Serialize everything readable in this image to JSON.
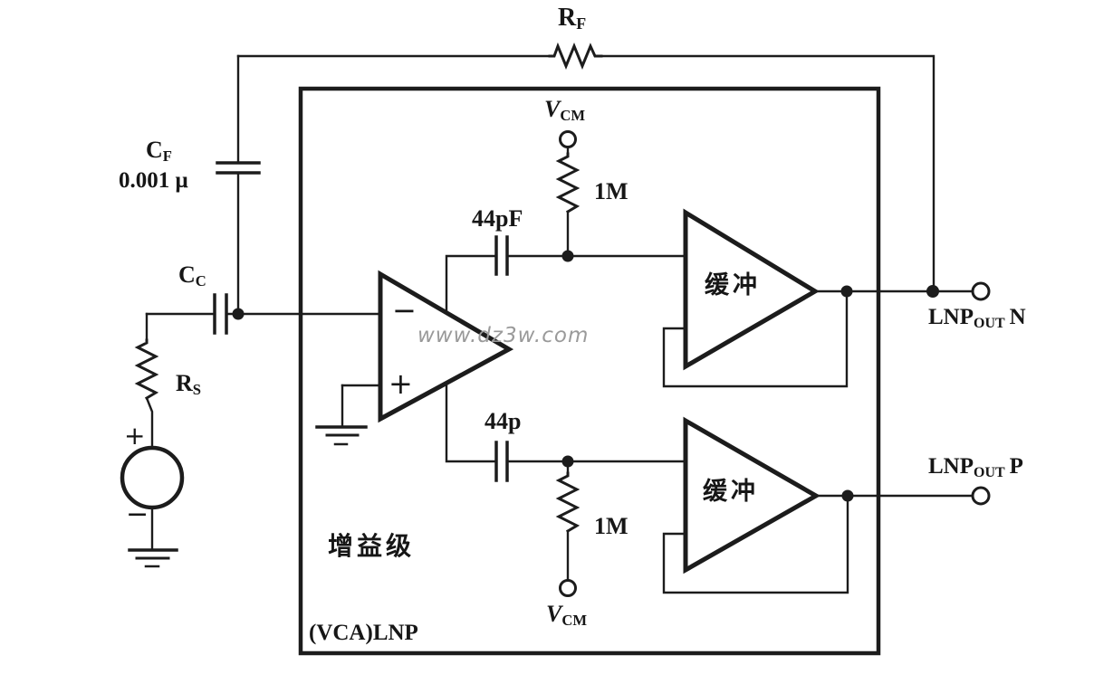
{
  "labels": {
    "rf": {
      "main": "R",
      "sub": "F"
    },
    "cf": {
      "main": "C",
      "sub": "F"
    },
    "cf_value": "0.001 μ",
    "cc": {
      "main": "C",
      "sub": "C"
    },
    "rs": {
      "main": "R",
      "sub": "S"
    },
    "vcm_top": {
      "main": "V",
      "sub": "CM"
    },
    "vcm_bottom": {
      "main": "V",
      "sub": "CM"
    },
    "r_top": "1M",
    "r_bottom": "1M",
    "c_top": "44pF",
    "c_bottom": "44p",
    "buffer_top": "缓冲",
    "buffer_bottom": "缓冲",
    "gain_stage": "增益级",
    "chip": "(VCA)LNP",
    "out_n": {
      "main": "LNP",
      "sub": "OUT",
      "suffix": "N"
    },
    "out_p": {
      "main": "LNP",
      "sub": "OUT",
      "suffix": "P"
    },
    "opamp_minus": "−",
    "opamp_plus": "+",
    "source_plus": "+",
    "source_minus": "−",
    "watermark": "www.dz3w.com"
  },
  "colors": {
    "stroke": "#1c1c1c",
    "watermark": "#9a9a9a",
    "background": "#ffffff"
  }
}
